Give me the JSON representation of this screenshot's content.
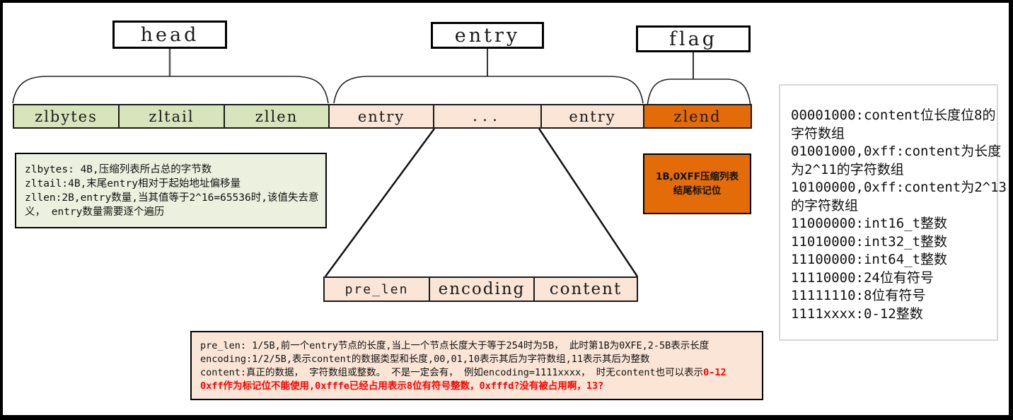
{
  "title_boxes": {
    "head": "head",
    "entry": "entry",
    "flag": "flag"
  },
  "main_row": {
    "cells": [
      "zlbytes",
      "zltail",
      "zllen",
      "entry",
      "...",
      "entry",
      "zlend"
    ]
  },
  "sub_row": {
    "cells": [
      "pre_len",
      "encoding",
      "content"
    ]
  },
  "head_note": {
    "lines": [
      "zlbytes: 4B,压缩列表所占总的字节数",
      "zltail:4B,末尾entry相对于起始地址偏移量",
      "zllen:2B,entry数量,当其值等于2^16=65536时,该值失去意",
      "义， entry数量需要逐个遍历"
    ]
  },
  "zlend_note": {
    "lines": [
      "1B,0XFF压缩列表",
      "结尾标记位"
    ]
  },
  "encoding_table": {
    "lines": [
      "00001000:content位长度位8的",
      "字符数组",
      "01001000,0xff:content为长度",
      "为2^11的字符数组",
      "10100000,0xff:content为2^13",
      "的字符数组",
      "11000000:int16_t整数",
      "11010000:int32_t整数",
      "11100000:int64_t整数",
      "11110000:24位有符号",
      "11111110:8位有符号",
      "1111xxxx:0-12整数"
    ]
  },
  "entry_note": {
    "line1": "pre_len: 1/5B,前一个entry节点的长度,当上一个节点长度大于等于254时为5B， 此时第1B为0XFE,2-5B表示长度",
    "line2": "encoding:1/2/5B,表示content的数据类型和长度,00,01,10表示其后为字符数组,11表示其后为整数",
    "line3_prefix": "content:真正的数据， 字符数组或整数。 不是一定会有， 例如encoding=1111xxxx， 时无content也可以表示",
    "line3_highlight": "0-12",
    "line4": "0xff作为标记位不能使用,0xfffe已经占用表示8位有符号整数，0xfffd?没有被占用啊，13?"
  },
  "colors": {
    "green_cell": "#d7e4bc",
    "green_note_bg": "#ebf1de",
    "pink_cell": "#fbe5d6",
    "orange": "#e36c09",
    "red_text": "#fe0000",
    "enc_box_border": "#d9d9d9"
  }
}
